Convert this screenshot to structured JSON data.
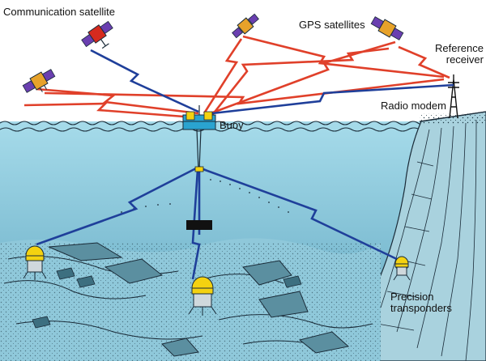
{
  "labels": {
    "communication_satellite": "Communication satellite",
    "gps_satellites": "GPS satellites",
    "reference_receiver": [
      "Reference",
      "receiver"
    ],
    "radio_modem": "Radio modem",
    "buoy": "Buoy",
    "precision_transponders": [
      "Precision",
      "transponders"
    ]
  },
  "colors": {
    "sky": "#ffffff",
    "sea_surface": "#9fd6e6",
    "sea_deep": "#6fb2c8",
    "gps_link": "#e0402a",
    "data_link": "#1f3f9a",
    "transponder_yellow": "#f4d210",
    "cliff": "#9bcbd9",
    "satellite_gold": "#e7a22a",
    "satellite_panel": "#6a3fb0",
    "comm_satellite_red": "#d62a1e"
  }
}
